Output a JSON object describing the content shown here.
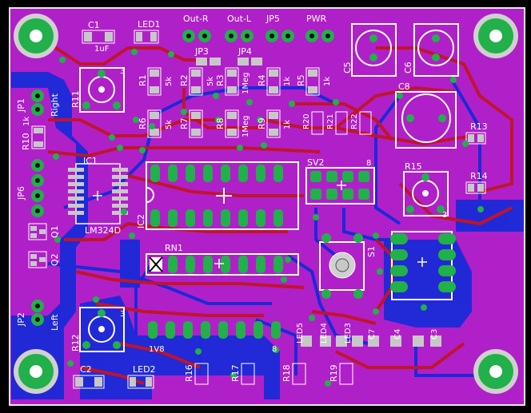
{
  "colors": {
    "background": "#000000",
    "board": "#b020c8",
    "board_edge": "#e8e8e8",
    "top_copper": "#c0142a",
    "bottom_copper": "#1a2ad8",
    "pad": "#21b04a",
    "drill": "#101010",
    "silkscreen": "#ffffff",
    "smd_pad": "#c8c8c8"
  },
  "labels": {
    "c1": "C1",
    "c1_value": "1uF",
    "led1": "LED1",
    "out_r": "Out-R",
    "out_l": "Out-L",
    "jp5": "JP5",
    "pwr": "PWR",
    "jp3": "JP3",
    "jp4": "JP4",
    "c5": "C5",
    "c6": "C6",
    "c8": "C8",
    "r1": "R1",
    "r1_value": "5k",
    "r2": "R2",
    "r2_value": "5k",
    "r3": "R3",
    "r3_value": "1Meg",
    "r4": "R4",
    "r4_value": "1k",
    "r5": "R5",
    "r5_value": "1k",
    "r6": "R6",
    "r6_value": "5k",
    "r7": "R7",
    "r8": "R8",
    "r8_value": "1Meg",
    "r9": "R9",
    "r9_value": "1k",
    "r20": "R20",
    "r21": "R21",
    "r22": "R22",
    "r11": "R11",
    "r12": "R12",
    "r13": "R13",
    "r14": "R14",
    "r15": "R15",
    "r16": "R16",
    "r17": "R17",
    "r18": "R18",
    "r19": "R19",
    "r10": "R10",
    "r10_value": "1k",
    "jp1": "JP1",
    "right": "Right",
    "jp6": "JP6",
    "jp2": "JP2",
    "left": "Left",
    "ic1": "IC1",
    "ic1_value": "LM324D",
    "ic2": "IC2",
    "q1": "Q1",
    "q2": "Q2",
    "rn1": "RN1",
    "sv2": "SV2",
    "sv2_pin": "8",
    "s1": "S1",
    "led2": "LED2",
    "c2": "C2",
    "led3": "LED3",
    "led4": "LED4",
    "led5": "LED5",
    "c3": "C3",
    "c4": "C4",
    "c7": "C7",
    "pin1_label": "1V8",
    "pin8_label": "8",
    "pot_pin": "3"
  }
}
